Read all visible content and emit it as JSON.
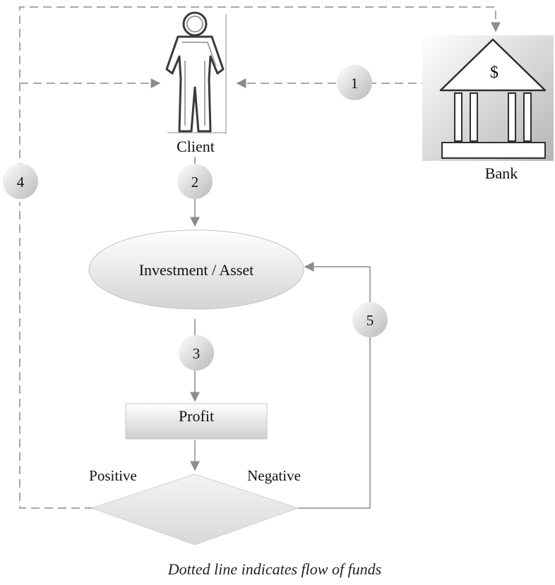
{
  "nodes": {
    "client": "Client",
    "bank": "Bank",
    "bank_symbol": "$",
    "investment": "Investment / Asset",
    "profit": "Profit"
  },
  "branches": {
    "positive": "Positive",
    "negative": "Negative"
  },
  "steps": [
    "1",
    "2",
    "3",
    "4",
    "5"
  ],
  "caption": "Dotted line indicates flow of funds",
  "icons": {
    "client": "person-icon",
    "bank": "bank-icon"
  },
  "colors": {
    "line": "#a8a8a8",
    "arrow": "#8c8c8c",
    "step_fill": "#d2d2d2",
    "shape_fill": "#e6e6e6"
  }
}
